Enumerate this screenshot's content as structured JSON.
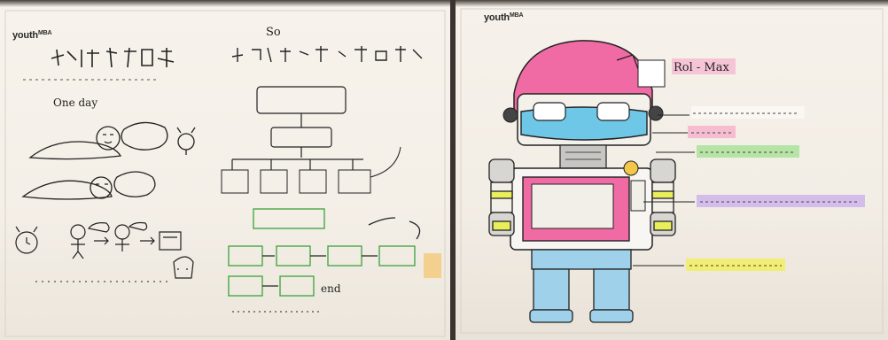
{
  "left_page": {
    "logo": "youth",
    "logo_suffix": "MBA",
    "so_label": "So",
    "one_day": "One day",
    "end_label": "end"
  },
  "right_page": {
    "logo": "youth",
    "logo_suffix": "MBA",
    "robot_name": "Rol - Max"
  }
}
